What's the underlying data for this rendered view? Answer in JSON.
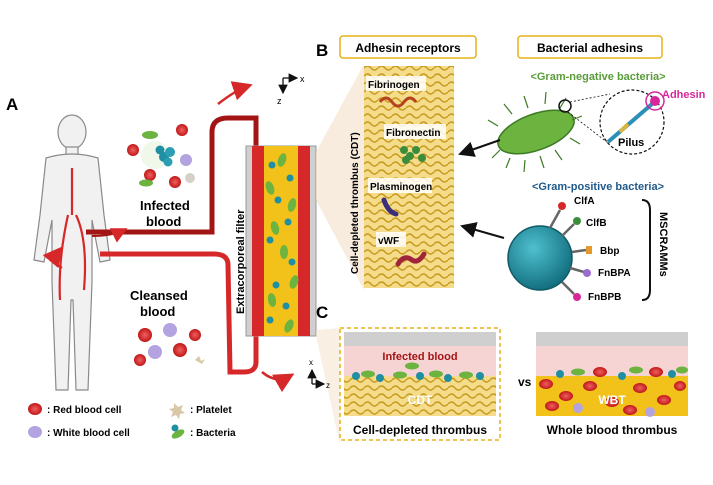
{
  "panels": {
    "a": "A",
    "b": "B",
    "c": "C"
  },
  "axes": {
    "x": "x",
    "z": "z"
  },
  "left": {
    "infected_label": [
      "Infected",
      "blood"
    ],
    "cleansed_label": [
      "Cleansed",
      "blood"
    ],
    "filter_label": "Extracorporeal filter"
  },
  "legend": {
    "red_blood_cell": ": Red blood cell",
    "white_blood_cell": ": White blood cell",
    "platelet": ": Platelet",
    "bacteria": ": Bacteria"
  },
  "panel_b": {
    "adhesin_receptors_header": "Adhesin receptors",
    "bacterial_adhesins_header": "Bacterial adhesins",
    "cdt_vertical_label": "Cell-depleted thrombus (CDT)",
    "receptors": [
      "Fibrinogen",
      "Fibronectin",
      "Plasminogen",
      "vWF"
    ],
    "gram_negative": "<Gram-negative bacteria>",
    "gram_positive": "<Gram-positive bacteria>",
    "adhesin": "Adhesin",
    "pilus": "Pilus",
    "mscramms": [
      "ClfA",
      "ClfB",
      "Bbp",
      "FnBPA",
      "FnBPB"
    ],
    "mscramms_label": "MSCRAMMs"
  },
  "panel_c": {
    "infected_blood": "Infected blood",
    "cdt": "CDT",
    "wbt": "WBT",
    "vs": "vs",
    "cdt_caption": "Cell-depleted thrombus",
    "wbt_caption": "Whole blood thrombus"
  },
  "colors": {
    "red": "#d62828",
    "dark_red": "#a31515",
    "yellow": "#f2c21b",
    "fibrin": "#d9b43a",
    "green": "#6cb33f",
    "teal": "#1f8fa3",
    "gram_negative_text": "#5a9c3a",
    "gram_positive_text": "#1f5a8a",
    "adhesin_pink": "#d6289a",
    "header_border": "#e6b21d"
  }
}
